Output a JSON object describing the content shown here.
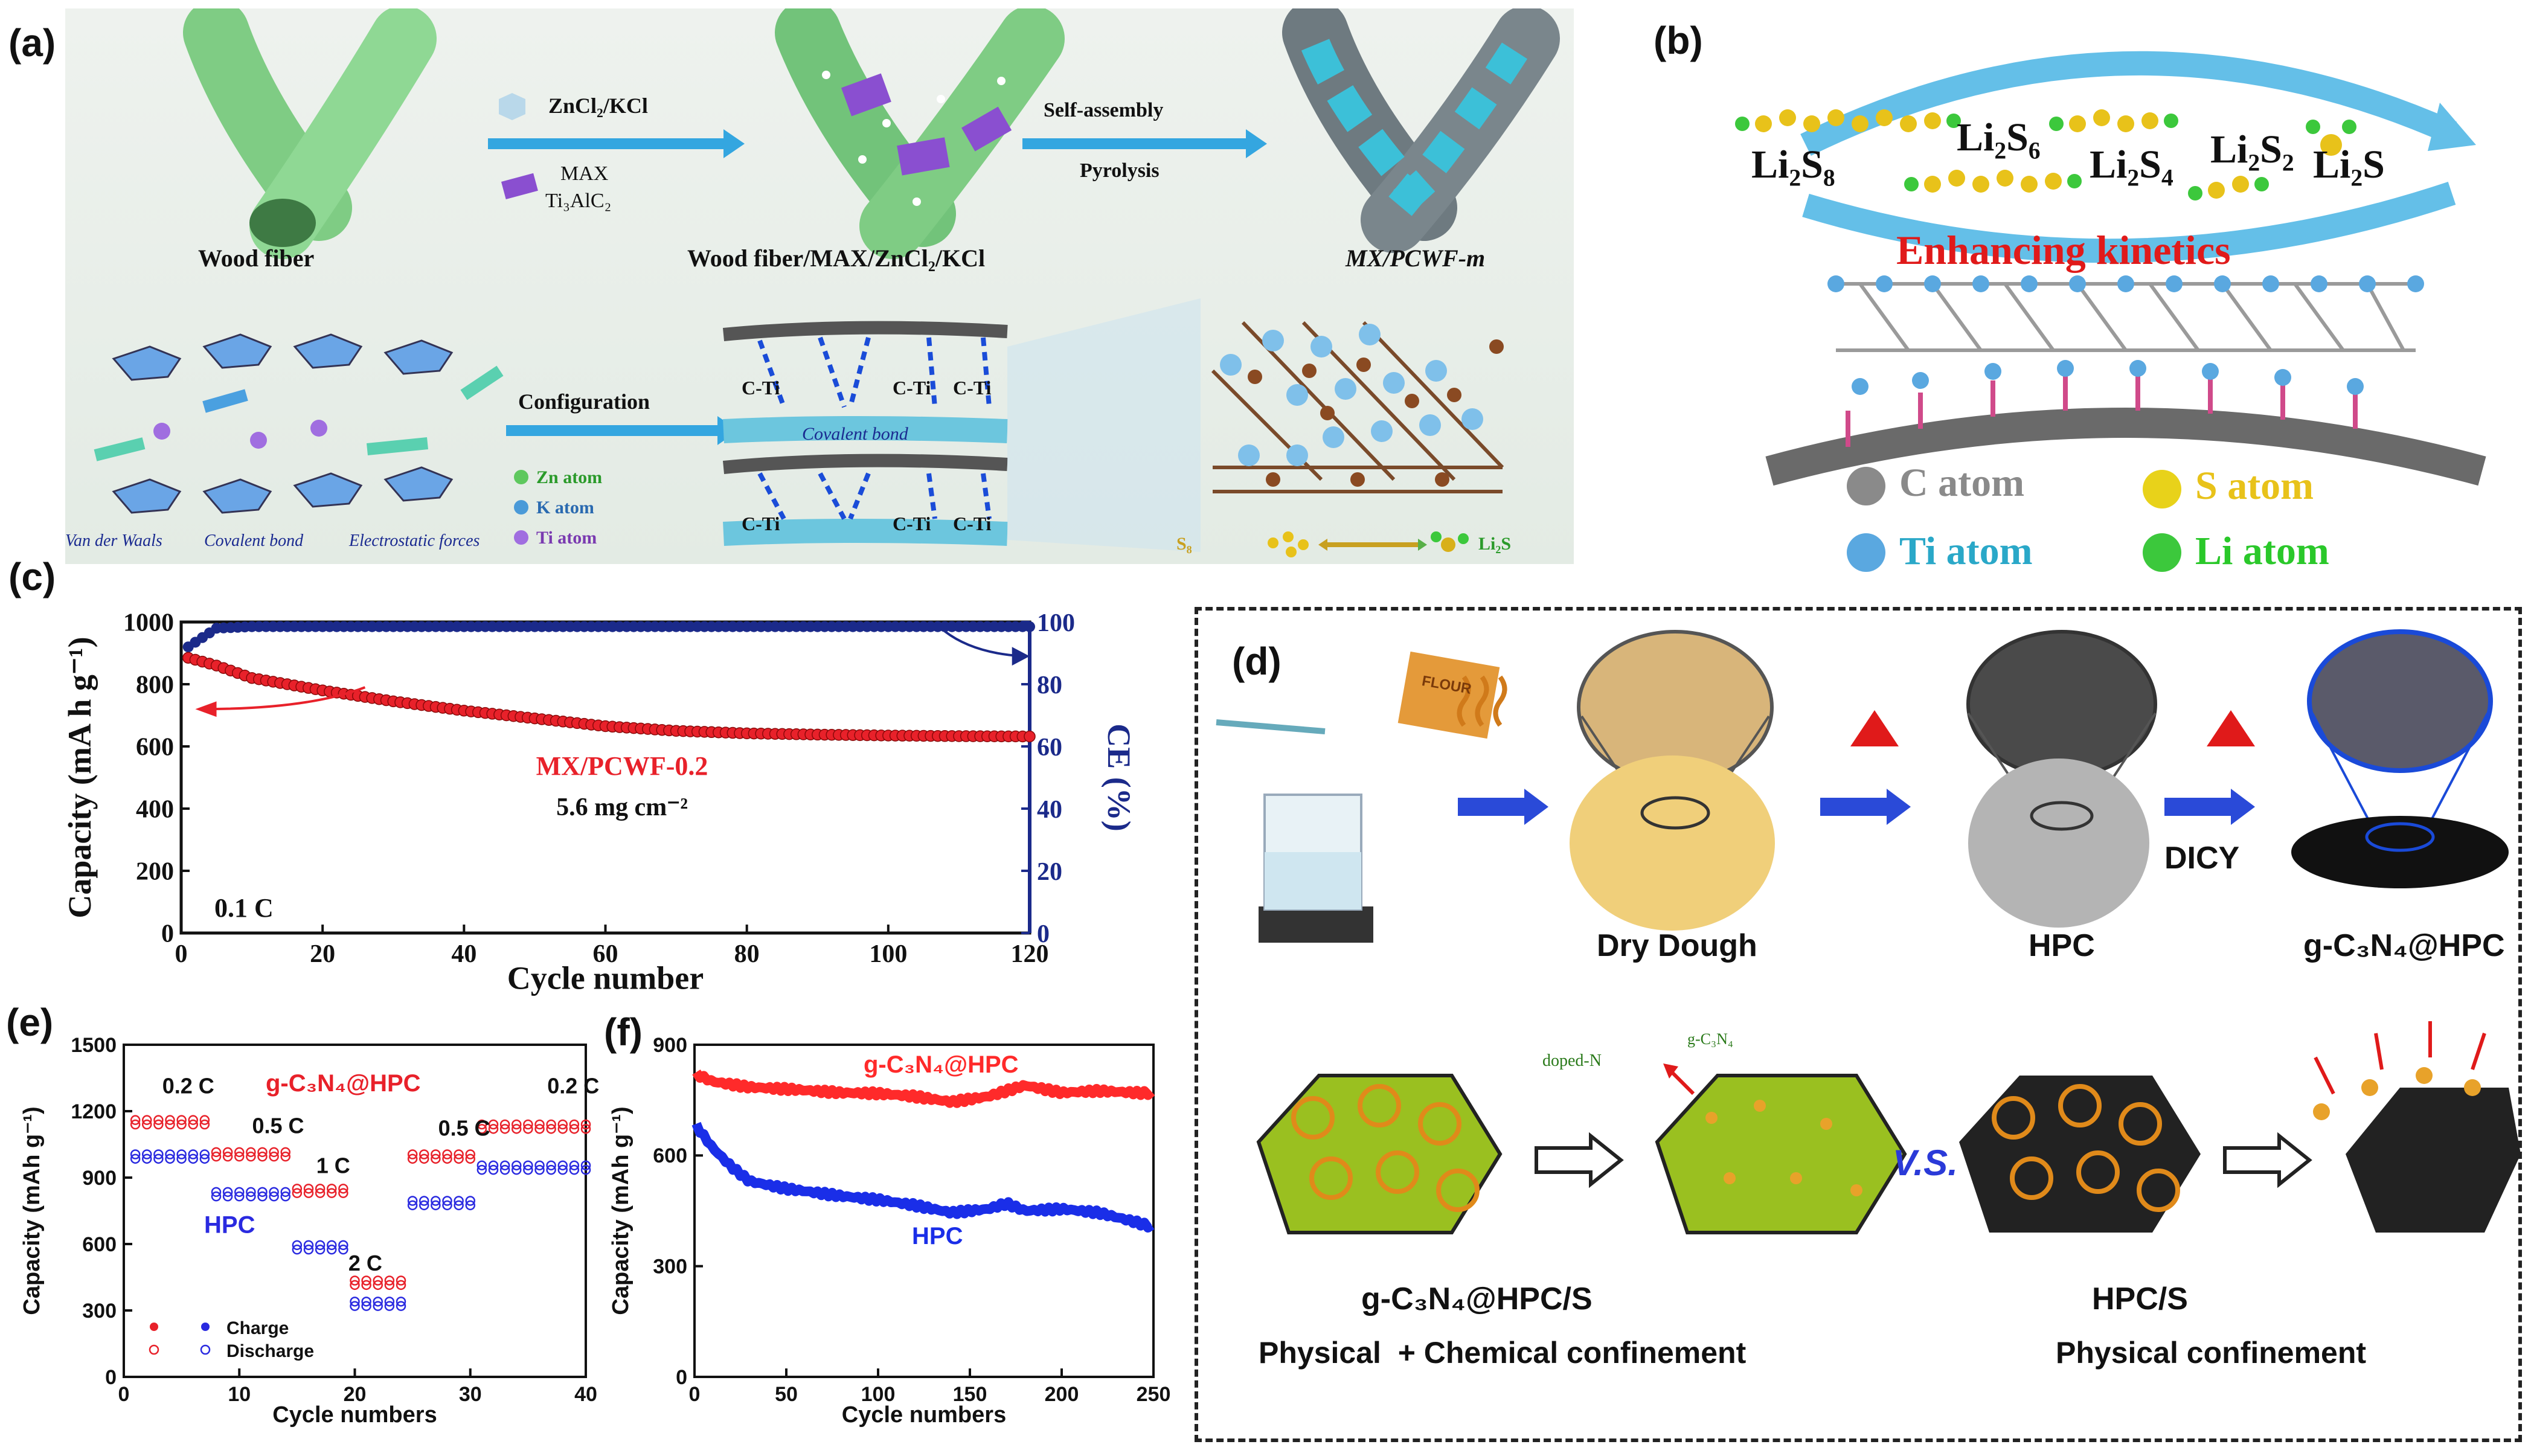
{
  "panel_labels": {
    "a": "(a)",
    "b": "(b)",
    "c": "(c)",
    "d": "(d)",
    "e": "(e)",
    "f": "(f)"
  },
  "panel_a": {
    "wood_fiber": "Wood fiber",
    "reagent1": "ZnCl₂/KCl",
    "reagent2": "MAX",
    "reagent3": "Ti₃AlC₂",
    "composite": "Wood fiber/MAX/ZnCl₂/KCl",
    "step1": "Self-assembly",
    "step2": "Pyrolysis",
    "product": "MX/PCWF-m",
    "configuration": "Configuration",
    "zn_atom": "Zn atom",
    "k_atom": "K atom",
    "ti_atom": "Ti atom",
    "van_der_waals": "Van der Waals",
    "covalent_bond": "Covalent bond",
    "electrostatic": "Electrostatic forces",
    "covalent_bond_label": "Covalent bond",
    "cti": "C-Ti",
    "s8": "S₈",
    "li2s": "Li₂S"
  },
  "panel_b": {
    "li2s8": "Li₂S₈",
    "li2s6": "Li₂S₆",
    "li2s4": "Li₂S₄",
    "li2s2": "Li₂S₂",
    "li2s": "Li₂S",
    "kinetics": "Enhancing kinetics",
    "legend": [
      {
        "label": "C atom",
        "color": "#8a8a8a"
      },
      {
        "label": "S atom",
        "color": "#e8d21a"
      },
      {
        "label": "Ti atom",
        "color": "#5aa8e0"
      },
      {
        "label": "Li atom",
        "color": "#3cc83c"
      }
    ]
  },
  "panel_d": {
    "dry_dough": "Dry Dough",
    "hpc": "HPC",
    "dicy": "DICY",
    "product": "g-C₃N₄@HPC",
    "gc3n4": "g-C₃N₄",
    "doped_n": "doped-N",
    "vs": "V.S.",
    "left_name": "g-C₃N₄@HPC/S",
    "left_desc": "Physical  + Chemical confinement",
    "right_name": "HPC/S",
    "right_desc": "Physical confinement",
    "flour": "FLOUR"
  },
  "chart_data": [
    {
      "id": "c",
      "type": "scatter",
      "xlabel": "Cycle number",
      "ylabel": "Capacity (mA h g⁻¹)",
      "y2label": "CE (%)",
      "xlim": [
        0,
        120
      ],
      "ylim": [
        0,
        1000
      ],
      "y2lim": [
        0,
        100
      ],
      "xticks": [
        0,
        20,
        40,
        60,
        80,
        100,
        120
      ],
      "yticks": [
        0,
        200,
        400,
        600,
        800,
        1000
      ],
      "y2ticks": [
        0,
        20,
        40,
        60,
        80,
        100
      ],
      "annotation": "0.1 C",
      "series_label": "MX/PCWF-0.2",
      "loading": "5.6 mg cm⁻²",
      "series": [
        {
          "axis": "left",
          "color": "#e8212a",
          "x": [
            1,
            5,
            10,
            20,
            30,
            40,
            50,
            60,
            70,
            80,
            90,
            100,
            110,
            120
          ],
          "values": [
            885,
            860,
            820,
            780,
            745,
            715,
            690,
            665,
            650,
            642,
            638,
            635,
            633,
            632
          ]
        },
        {
          "axis": "right",
          "color": "#1b2a8a",
          "x": [
            1,
            5,
            10,
            20,
            40,
            60,
            80,
            100,
            120
          ],
          "values": [
            92,
            98,
            98.5,
            98.5,
            98.5,
            98.5,
            98.5,
            98.5,
            98.5
          ]
        }
      ]
    },
    {
      "id": "e",
      "type": "scatter",
      "xlabel": "Cycle numbers",
      "ylabel": "Capacity (mAh g⁻¹)",
      "xlim": [
        0,
        40
      ],
      "ylim": [
        0,
        1500
      ],
      "xticks": [
        0,
        10,
        20,
        30,
        40
      ],
      "yticks": [
        0,
        300,
        600,
        900,
        1200,
        1500
      ],
      "rate_labels": [
        "0.2 C",
        "0.5 C",
        "1 C",
        "2 C",
        "0.5 C",
        "0.2 C"
      ],
      "legend": [
        "Charge",
        "Discharge"
      ],
      "series": [
        {
          "name": "g-C₃N₄@HPC",
          "color": "#e8212a",
          "segments": [
            [
              1,
              7,
              1140
            ],
            [
              8,
              14,
              995
            ],
            [
              15,
              19,
              830
            ],
            [
              20,
              24,
              415
            ],
            [
              25,
              30,
              985
            ],
            [
              31,
              40,
              1120
            ]
          ]
        },
        {
          "name": "HPC",
          "color": "#2a2ae0",
          "segments": [
            [
              1,
              7,
              985
            ],
            [
              8,
              14,
              815
            ],
            [
              15,
              19,
              575
            ],
            [
              20,
              24,
              320
            ],
            [
              25,
              30,
              775
            ],
            [
              31,
              40,
              935
            ]
          ]
        }
      ]
    },
    {
      "id": "f",
      "type": "line",
      "xlabel": "Cycle numbers",
      "ylabel": "Capacity (mAh g⁻¹)",
      "xlim": [
        0,
        250
      ],
      "ylim": [
        0,
        900
      ],
      "xticks": [
        0,
        50,
        100,
        150,
        200,
        250
      ],
      "yticks": [
        0,
        300,
        600,
        900
      ],
      "series": [
        {
          "name": "g-C₃N₄@HPC",
          "color": "#ff2a2a",
          "x": [
            1,
            10,
            30,
            50,
            80,
            100,
            120,
            140,
            160,
            180,
            200,
            220,
            240,
            250
          ],
          "values": [
            820,
            800,
            785,
            780,
            770,
            768,
            760,
            745,
            760,
            790,
            770,
            775,
            770,
            768
          ]
        },
        {
          "name": "HPC",
          "color": "#1a2ee8",
          "x": [
            1,
            10,
            20,
            30,
            50,
            80,
            100,
            120,
            140,
            160,
            170,
            180,
            200,
            220,
            240,
            250
          ],
          "values": [
            680,
            620,
            570,
            530,
            510,
            490,
            480,
            465,
            445,
            455,
            470,
            450,
            455,
            445,
            420,
            405
          ]
        }
      ]
    }
  ]
}
